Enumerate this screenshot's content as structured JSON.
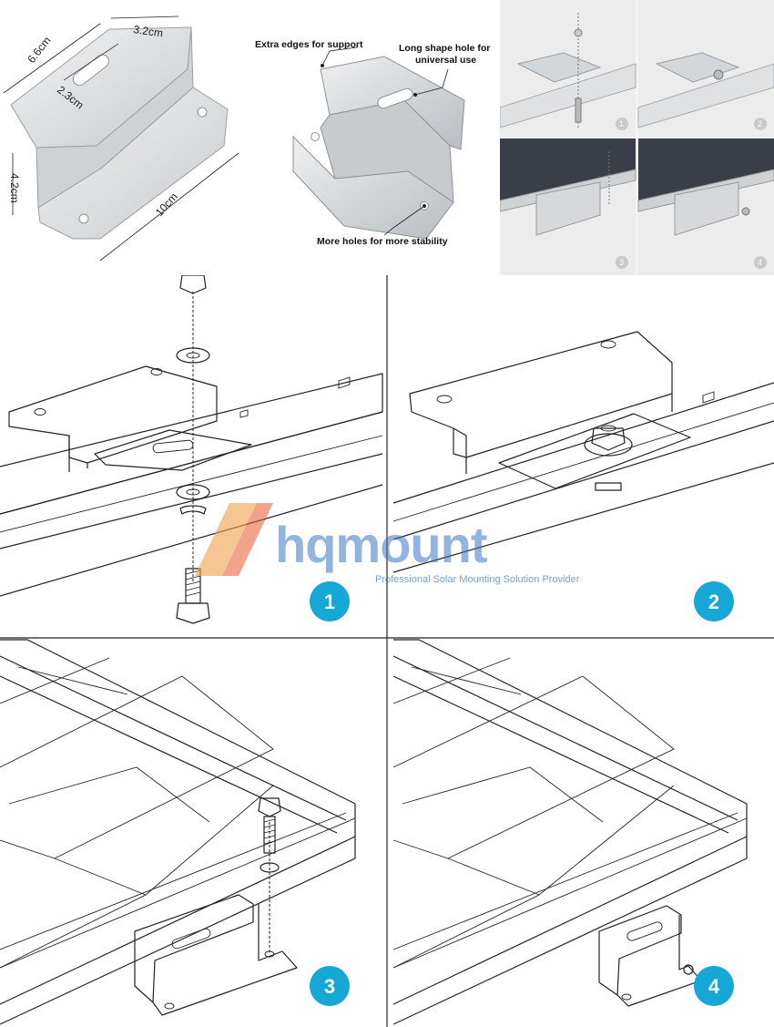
{
  "dimensions": {
    "width": "6.6cm",
    "depth": "3.2cm",
    "slot": "2.3cm",
    "height": "4.2cm",
    "length": "10cm"
  },
  "callouts": {
    "edges": "Extra edges for support",
    "long_hole_line1": "Long shape hole for",
    "long_hole_line2": "universal use",
    "holes": "More holes for more stability"
  },
  "steps": [
    "1",
    "2",
    "3",
    "4"
  ],
  "watermark": {
    "brand": "hqmount",
    "tagline": "Professional Solar Mounting Solution Provider"
  },
  "colors": {
    "badge": "#15a7d6",
    "bracket": "#d8dbde",
    "thumb_bg": "#ececec",
    "line": "#222222"
  }
}
